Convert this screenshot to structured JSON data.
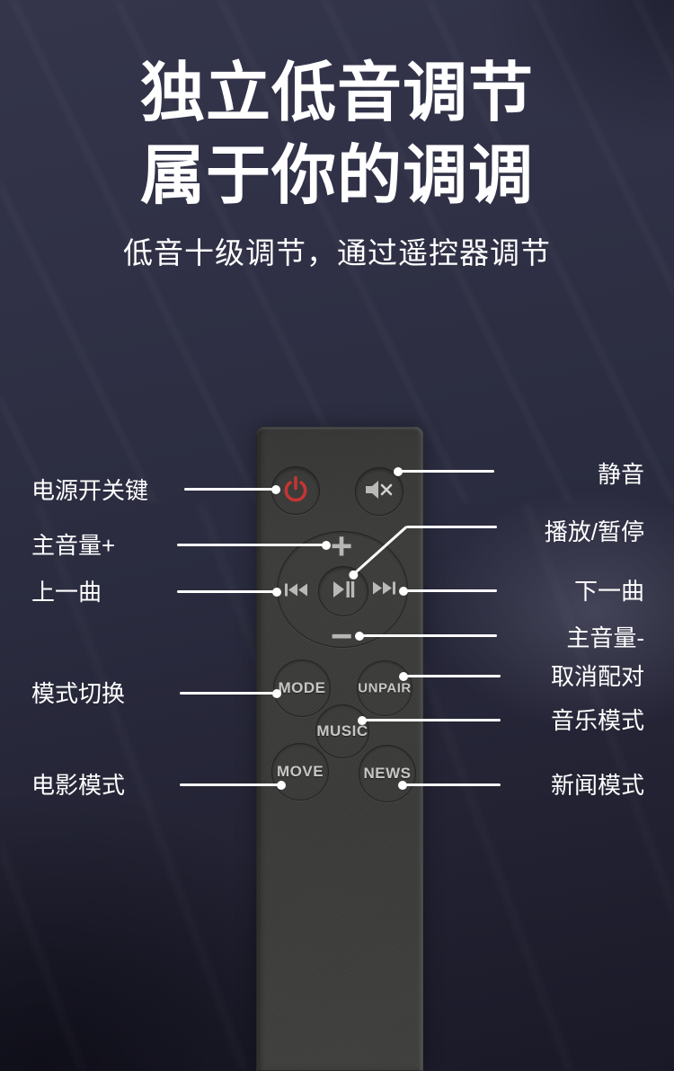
{
  "header": {
    "title_line1": "独立低音调节",
    "title_line2": "属于你的调调",
    "subtitle": "低音十级调节，通过遥控器调节"
  },
  "remote": {
    "buttons": {
      "volume_up": "+",
      "volume_down": "−",
      "mode": "MODE",
      "unpair": "UNPAIR",
      "music": "MUSIC",
      "move": "MOVE",
      "news": "NEWS"
    },
    "icons": {
      "power": "power-icon",
      "mute": "mute-speaker-icon",
      "previous": "previous-track-icon",
      "play_pause": "play-pause-icon",
      "next": "next-track-icon"
    }
  },
  "callouts": {
    "left": [
      {
        "label": "电源开关键"
      },
      {
        "label": "主音量+"
      },
      {
        "label": "上一曲"
      },
      {
        "label": "模式切换"
      },
      {
        "label": "电影模式"
      }
    ],
    "right": [
      {
        "label": "静音"
      },
      {
        "label": "播放/暂停"
      },
      {
        "label": "下一曲"
      },
      {
        "label": "主音量-"
      },
      {
        "label": "取消配对"
      },
      {
        "label": "音乐模式"
      },
      {
        "label": "新闻模式"
      }
    ]
  },
  "colors": {
    "background": "#2c2d3f",
    "title_text": "#ffffff",
    "remote_body": "#3d3e3c",
    "power_accent": "#c23534",
    "glyph": "#b7b8b6",
    "button_label": "#c6c7c5",
    "callout": "#ffffff"
  }
}
